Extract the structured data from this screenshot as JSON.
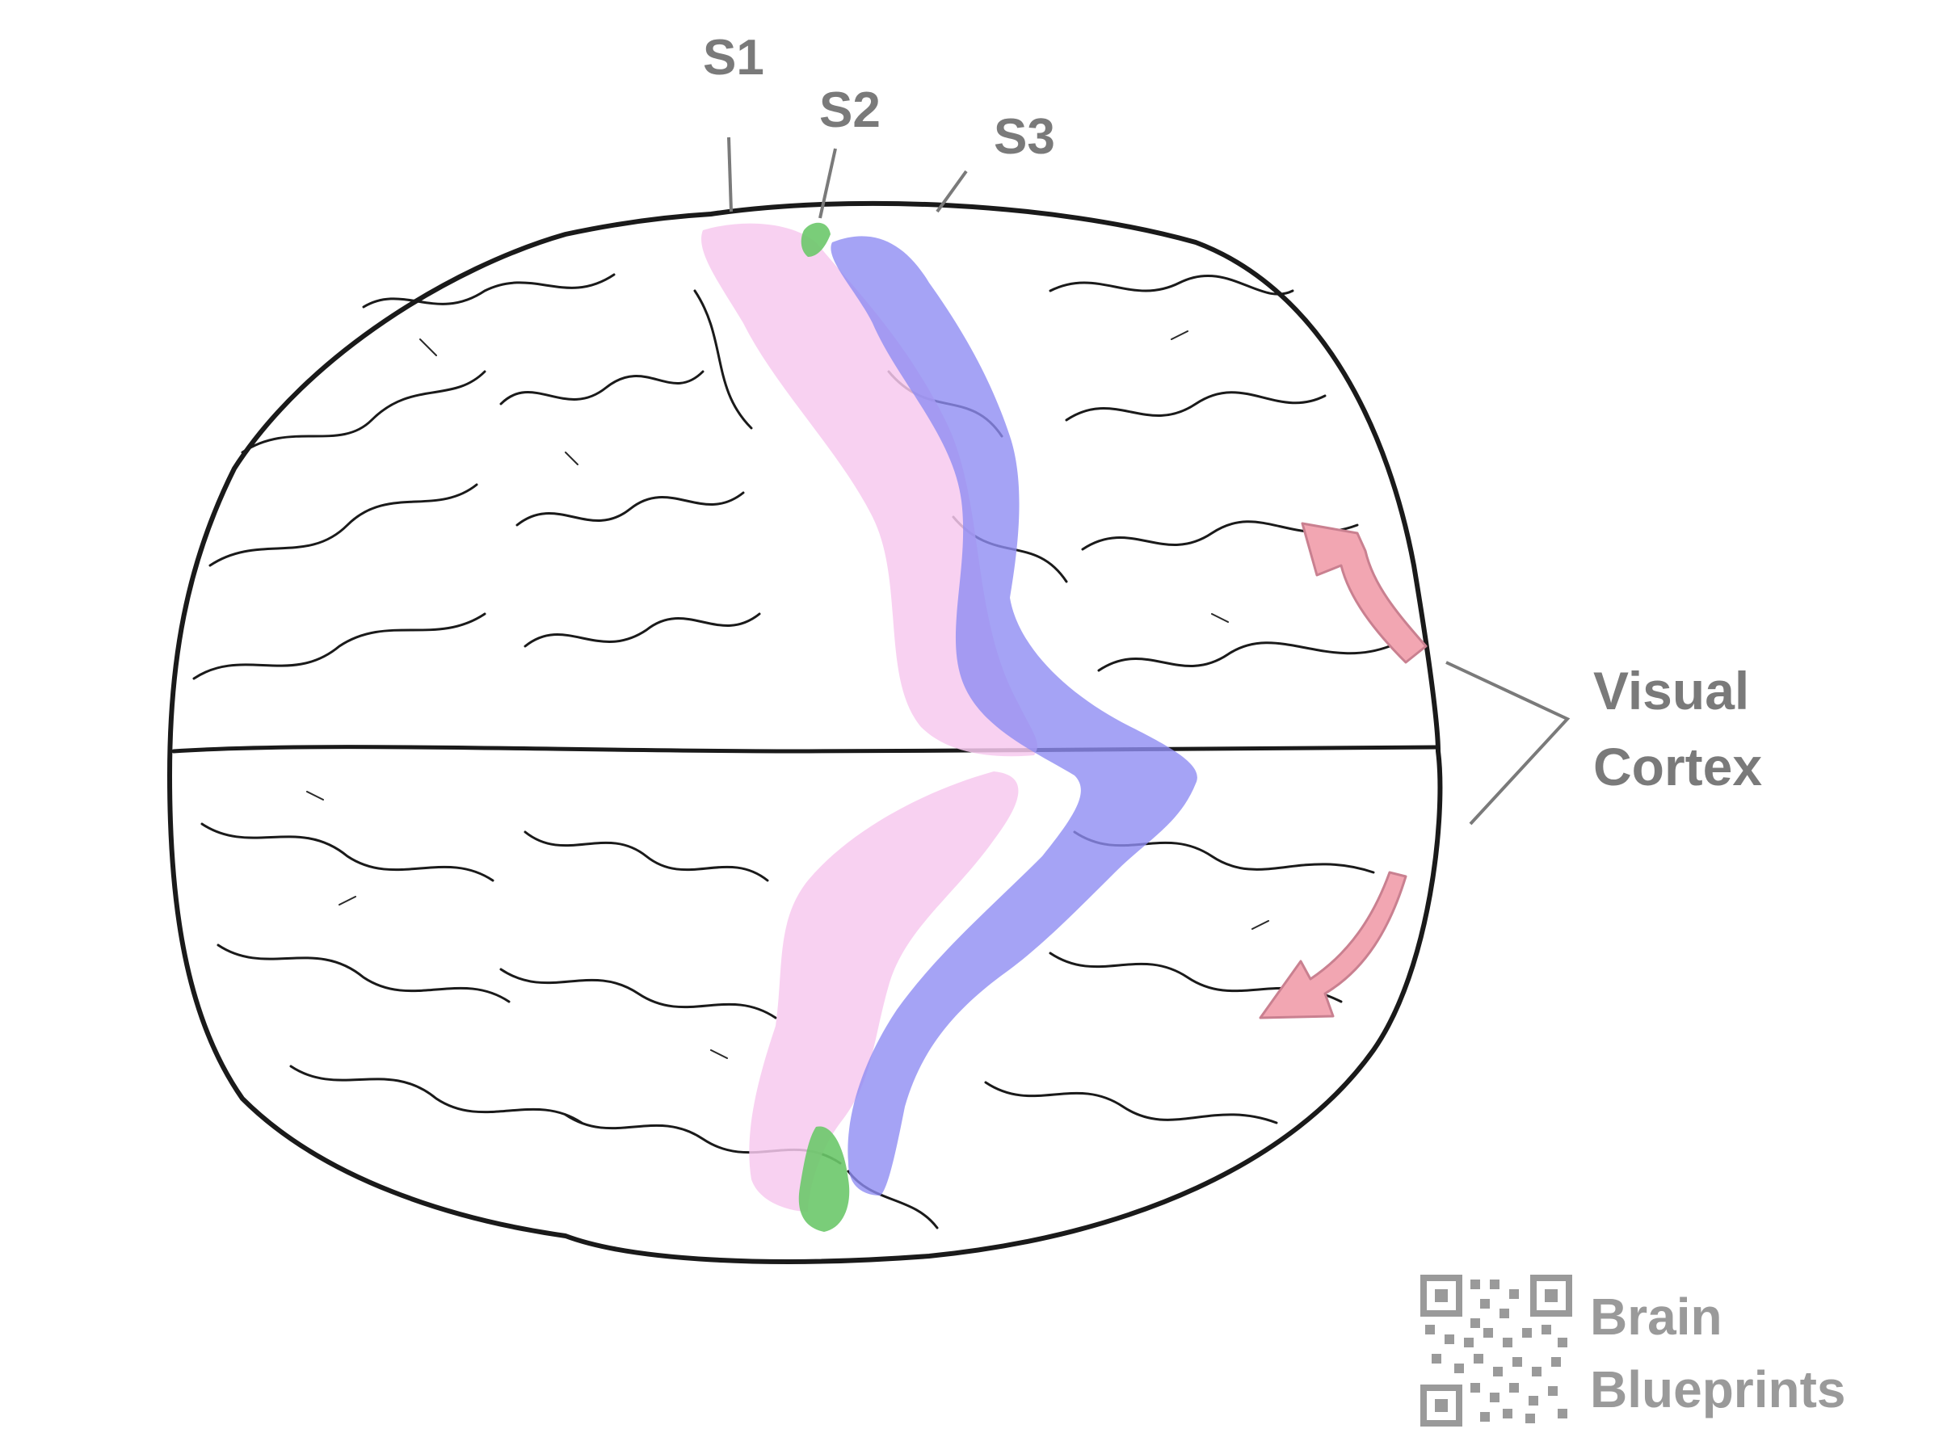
{
  "labels": {
    "s1": "S1",
    "s2": "S2",
    "s3": "S3",
    "visual_line1": "Visual",
    "visual_line2": "Cortex"
  },
  "brand": {
    "line1": "Brain",
    "line2": "Blueprints"
  },
  "colors": {
    "label_gray": "#7a7a7a",
    "s1_pink": "#f7c9ee",
    "s2_green": "#6cc86a",
    "s3_blue": "#8f8cf2",
    "arrow_pink": "#f2a6b2",
    "arrow_outline": "#c98090",
    "outline_black": "#1a1a1a"
  },
  "icons": {
    "qr": "qr-code-icon",
    "arrow_upper": "curved-arrow-up-icon",
    "arrow_lower": "curved-arrow-down-icon"
  }
}
